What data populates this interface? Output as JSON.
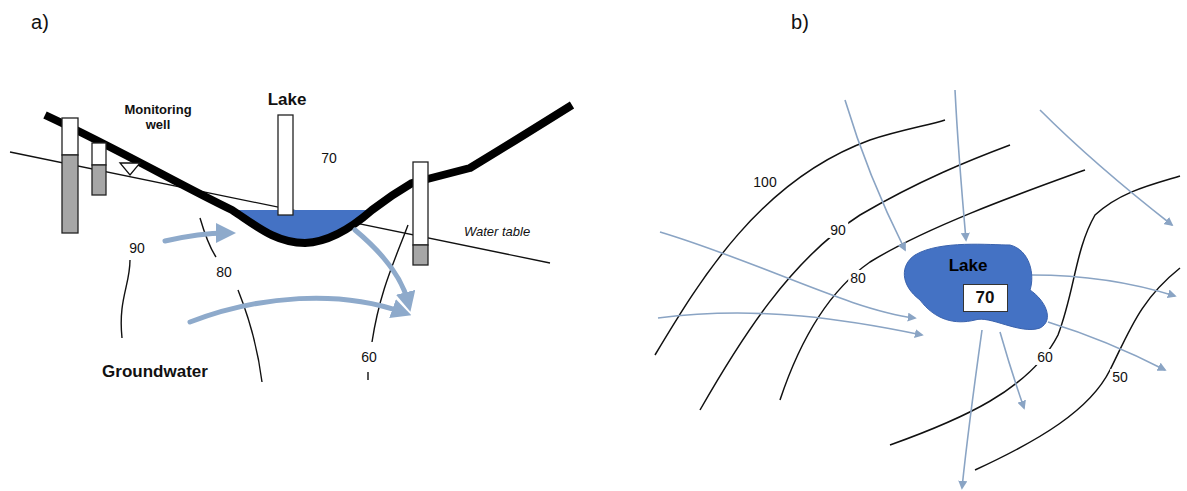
{
  "diagram": {
    "nodes": [
      {
        "text": [
          "Lake"
        ]
      },
      {
        "text": [
          "70"
        ],
        "in": 0
      }
    ],
    "labels": [
      "a)",
      "b)",
      "Monitoring well",
      "Lake",
      "70",
      "Water table",
      "90",
      "80",
      "60",
      "Groundwater",
      "100",
      "90",
      "80",
      "60",
      "50"
    ]
  }
}
